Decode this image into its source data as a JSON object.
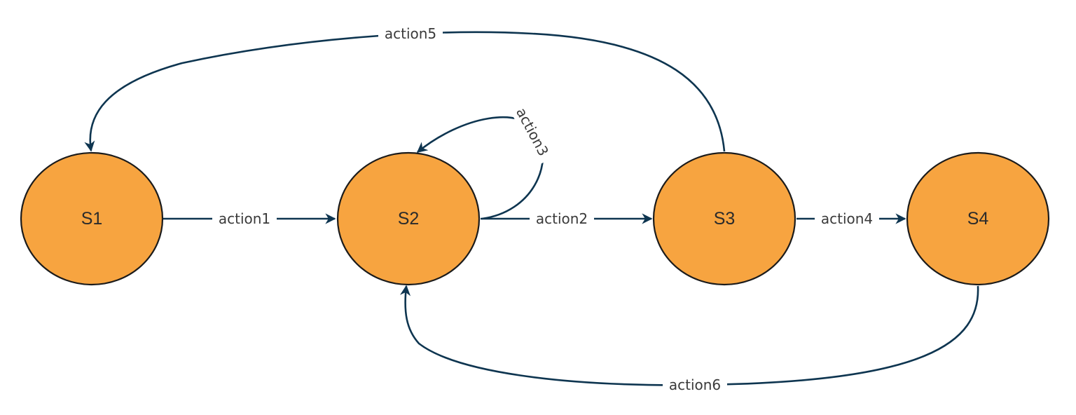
{
  "colors": {
    "node_fill": "#f7a440",
    "node_stroke": "#1b1b1b",
    "edge": "#0e3550",
    "background": "#ffffff"
  },
  "nodes": [
    {
      "id": "S1",
      "label": "S1"
    },
    {
      "id": "S2",
      "label": "S2"
    },
    {
      "id": "S3",
      "label": "S3"
    },
    {
      "id": "S4",
      "label": "S4"
    }
  ],
  "edges": [
    {
      "id": "e1",
      "from": "S1",
      "to": "S2",
      "label": "action1"
    },
    {
      "id": "e2",
      "from": "S2",
      "to": "S3",
      "label": "action2"
    },
    {
      "id": "e3",
      "from": "S2",
      "to": "S2",
      "label": "action3"
    },
    {
      "id": "e4",
      "from": "S3",
      "to": "S4",
      "label": "action4"
    },
    {
      "id": "e5",
      "from": "S3",
      "to": "S1",
      "label": "action5"
    },
    {
      "id": "e6",
      "from": "S4",
      "to": "S2",
      "label": "action6"
    }
  ]
}
